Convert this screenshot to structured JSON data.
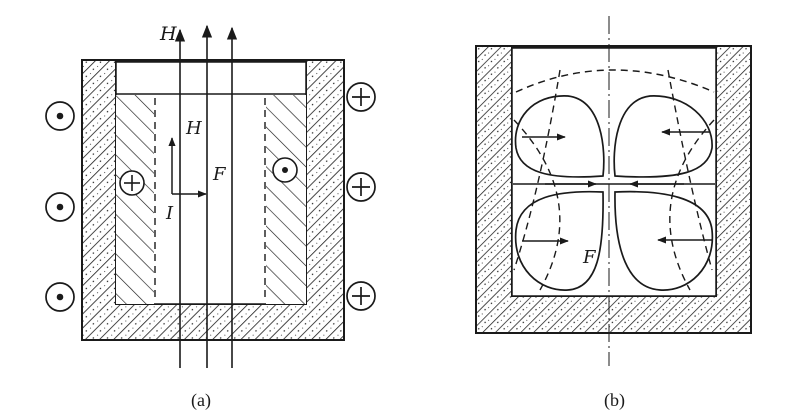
{
  "panel_a": {
    "caption": "(a)",
    "labels": {
      "field_top": "H",
      "field_inner": "H",
      "force": "F",
      "current": "I"
    }
  },
  "panel_b": {
    "caption": "(b)",
    "labels": {
      "force": "F"
    }
  },
  "colors": {
    "ink": "#1a1a1a",
    "background": "#ffffff"
  }
}
